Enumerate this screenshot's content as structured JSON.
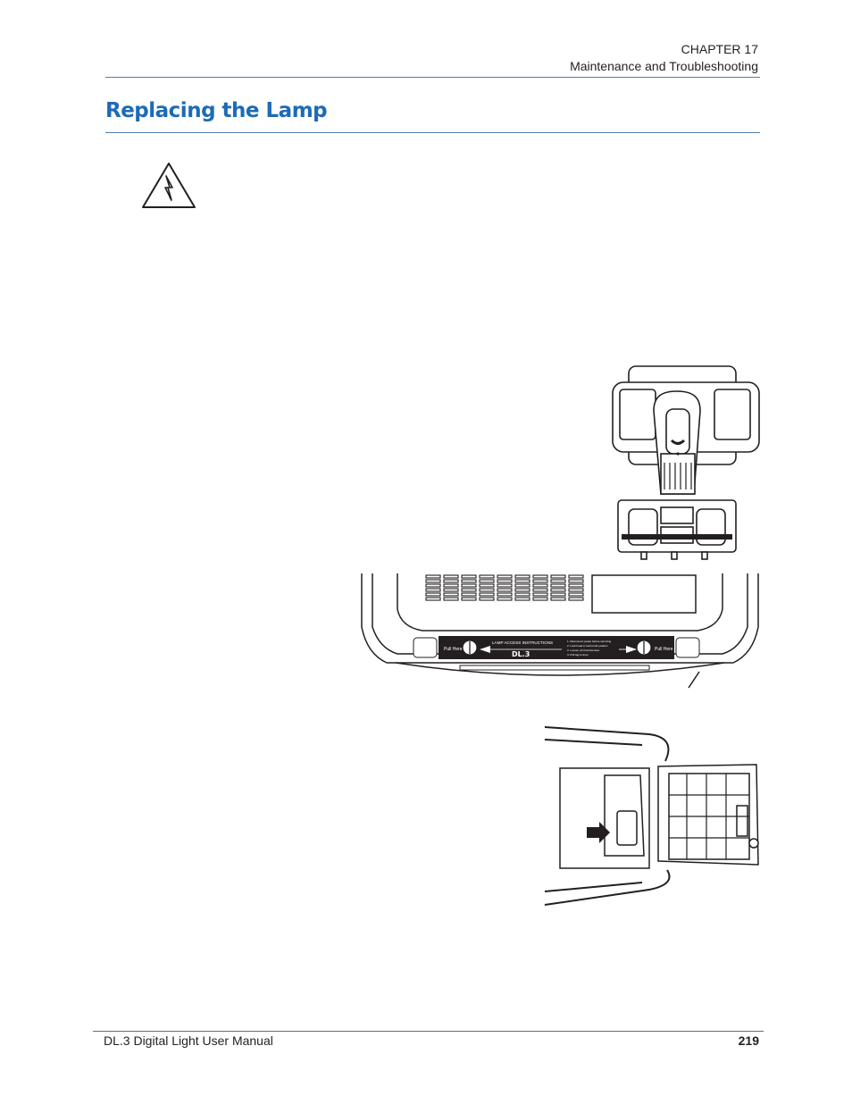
{
  "header": {
    "chapter": "CHAPTER 17",
    "section": "Maintenance and Troubleshooting"
  },
  "page_title": "Replacing the Lamp",
  "icons": {
    "warning": "electrical-hazard-warning-icon"
  },
  "lamp_access_panel": {
    "pull_left": "Pull Here",
    "pull_right": "Pull Here",
    "heading": "LAMP ACCESS INSTRUCTIONS",
    "logo": "DL.3",
    "steps": [
      "1. Disconnect power before servicing",
      "2. Lock head in horizontal position",
      "3. Loosen (2) thumbscrews",
      "4. Pull tag to drop"
    ]
  },
  "footer": {
    "manual": "DL.3 Digital Light User Manual",
    "page": "219"
  }
}
